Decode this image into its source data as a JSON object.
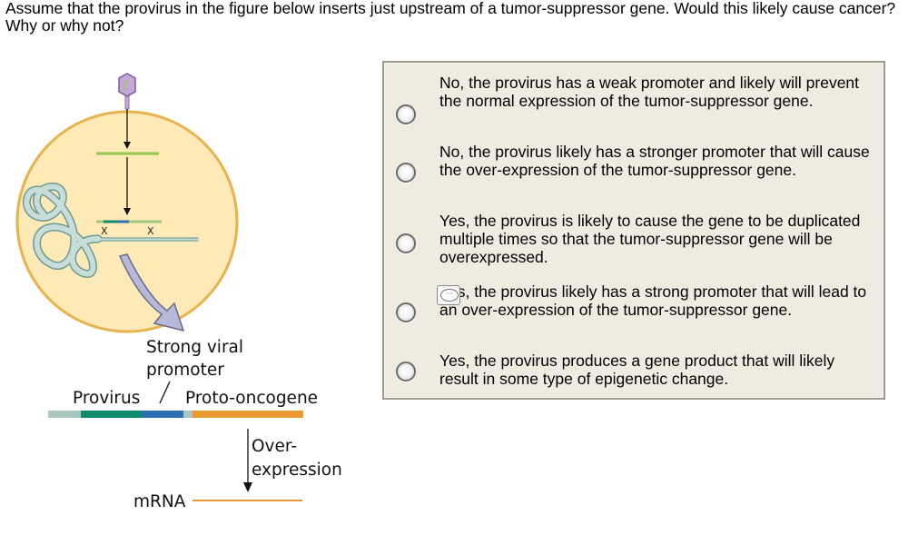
{
  "question": "Assume that the provirus in the figure below inserts just upstream of a tumor-suppressor gene. Would this likely cause cancer? Why or why not?",
  "figure": {
    "label_promoter_line1": "Strong viral",
    "label_promoter_line2": "promoter",
    "label_provirus": "Provirus",
    "label_proto_oncogene": "Proto-oncogene",
    "label_over": "Over-",
    "label_expression": "expression",
    "label_mrna": "mRNA",
    "colors": {
      "cell": "#fdeab6",
      "cell_border": "#e8b24e",
      "green_line": "#92c94a",
      "provirus_teal": "#0f8a6d",
      "provirus_blue": "#2f6fb0",
      "host_dna": "#a8c5bf",
      "oncogene_orange": "#e8982f",
      "arrow_fill": "#b8b8d8"
    }
  },
  "options": [
    {
      "text": "No, the provirus has a weak promoter and likely will prevent the normal expression of the tumor-suppressor gene."
    },
    {
      "text": "No, the provirus likely has a stronger promoter that will cause the over-expression of the tumor-suppressor gene."
    },
    {
      "text": "Yes, the provirus is likely to cause the gene to be duplicated multiple times so that the tumor-suppressor gene will be overexpressed."
    },
    {
      "text": "Yes, the provirus likely has a strong promoter that will lead to an over-expression of the tumor-suppressor gene."
    },
    {
      "text": "Yes, the provirus produces a gene product that will likely result in some type of epigenetic change."
    }
  ],
  "comment_icon": "speech-bubble-icon",
  "comment_glyph": "···"
}
